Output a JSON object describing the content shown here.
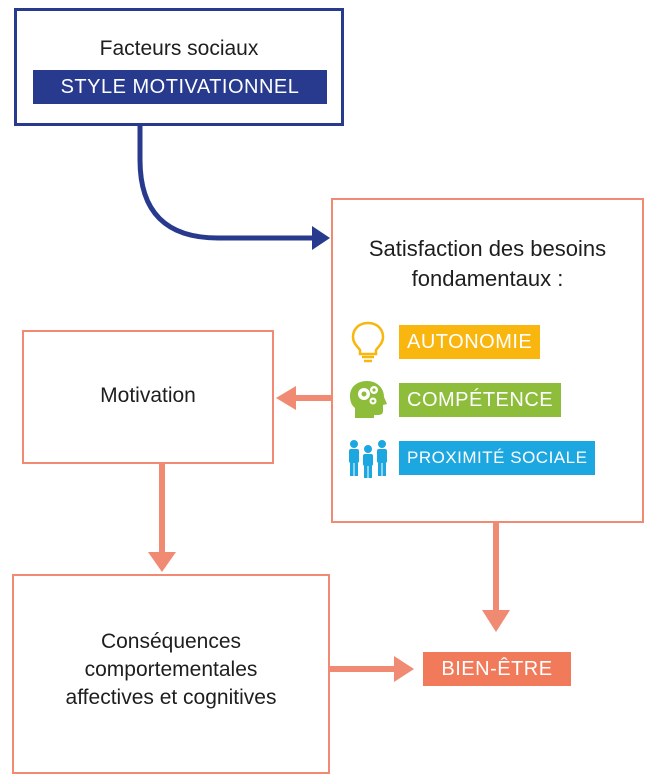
{
  "social": {
    "title": "Facteurs sociaux",
    "tag": "STYLE MOTIVATIONNEL"
  },
  "needs": {
    "title_line1": "Satisfaction des besoins",
    "title_line2": "fondamentaux :",
    "items": [
      {
        "label": "AUTONOMIE",
        "color": "#f9b60f",
        "icon": "lightbulb-icon"
      },
      {
        "label": "COMPÉTENCE",
        "color": "#8dbd3a",
        "icon": "head-gears-icon"
      },
      {
        "label": "PROXIMITÉ SOCIALE",
        "color": "#1ca7e1",
        "icon": "people-group-icon"
      }
    ]
  },
  "motivation": {
    "label": "Motivation"
  },
  "consequences": {
    "line1": "Conséquences",
    "line2": "comportementales",
    "line3": "affectives et cognitives"
  },
  "outcome": {
    "label": "BIEN-ÊTRE",
    "color": "#f07a5a"
  },
  "colors": {
    "navy": "#283a8e",
    "salmon": "#f08a72"
  }
}
